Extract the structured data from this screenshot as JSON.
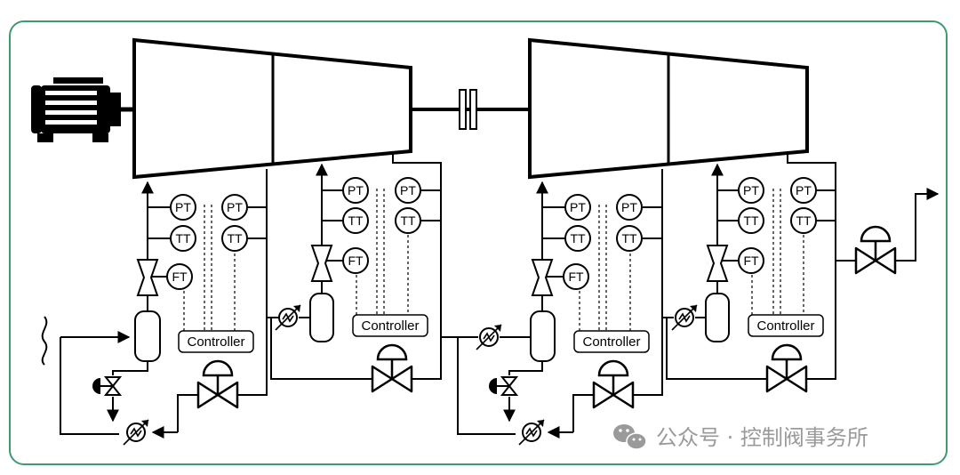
{
  "colors": {
    "frame_border": "#3f9a72",
    "ink": "#000000",
    "panel": "#ffffff",
    "watermark": "#9a9a9a"
  },
  "instruments": {
    "pressure": "PT",
    "temperature": "TT",
    "flow": "FT"
  },
  "controller_label": "Controller",
  "watermark": {
    "icon": "wechat-icon",
    "text": "公众号 · 控制阀事务所"
  }
}
